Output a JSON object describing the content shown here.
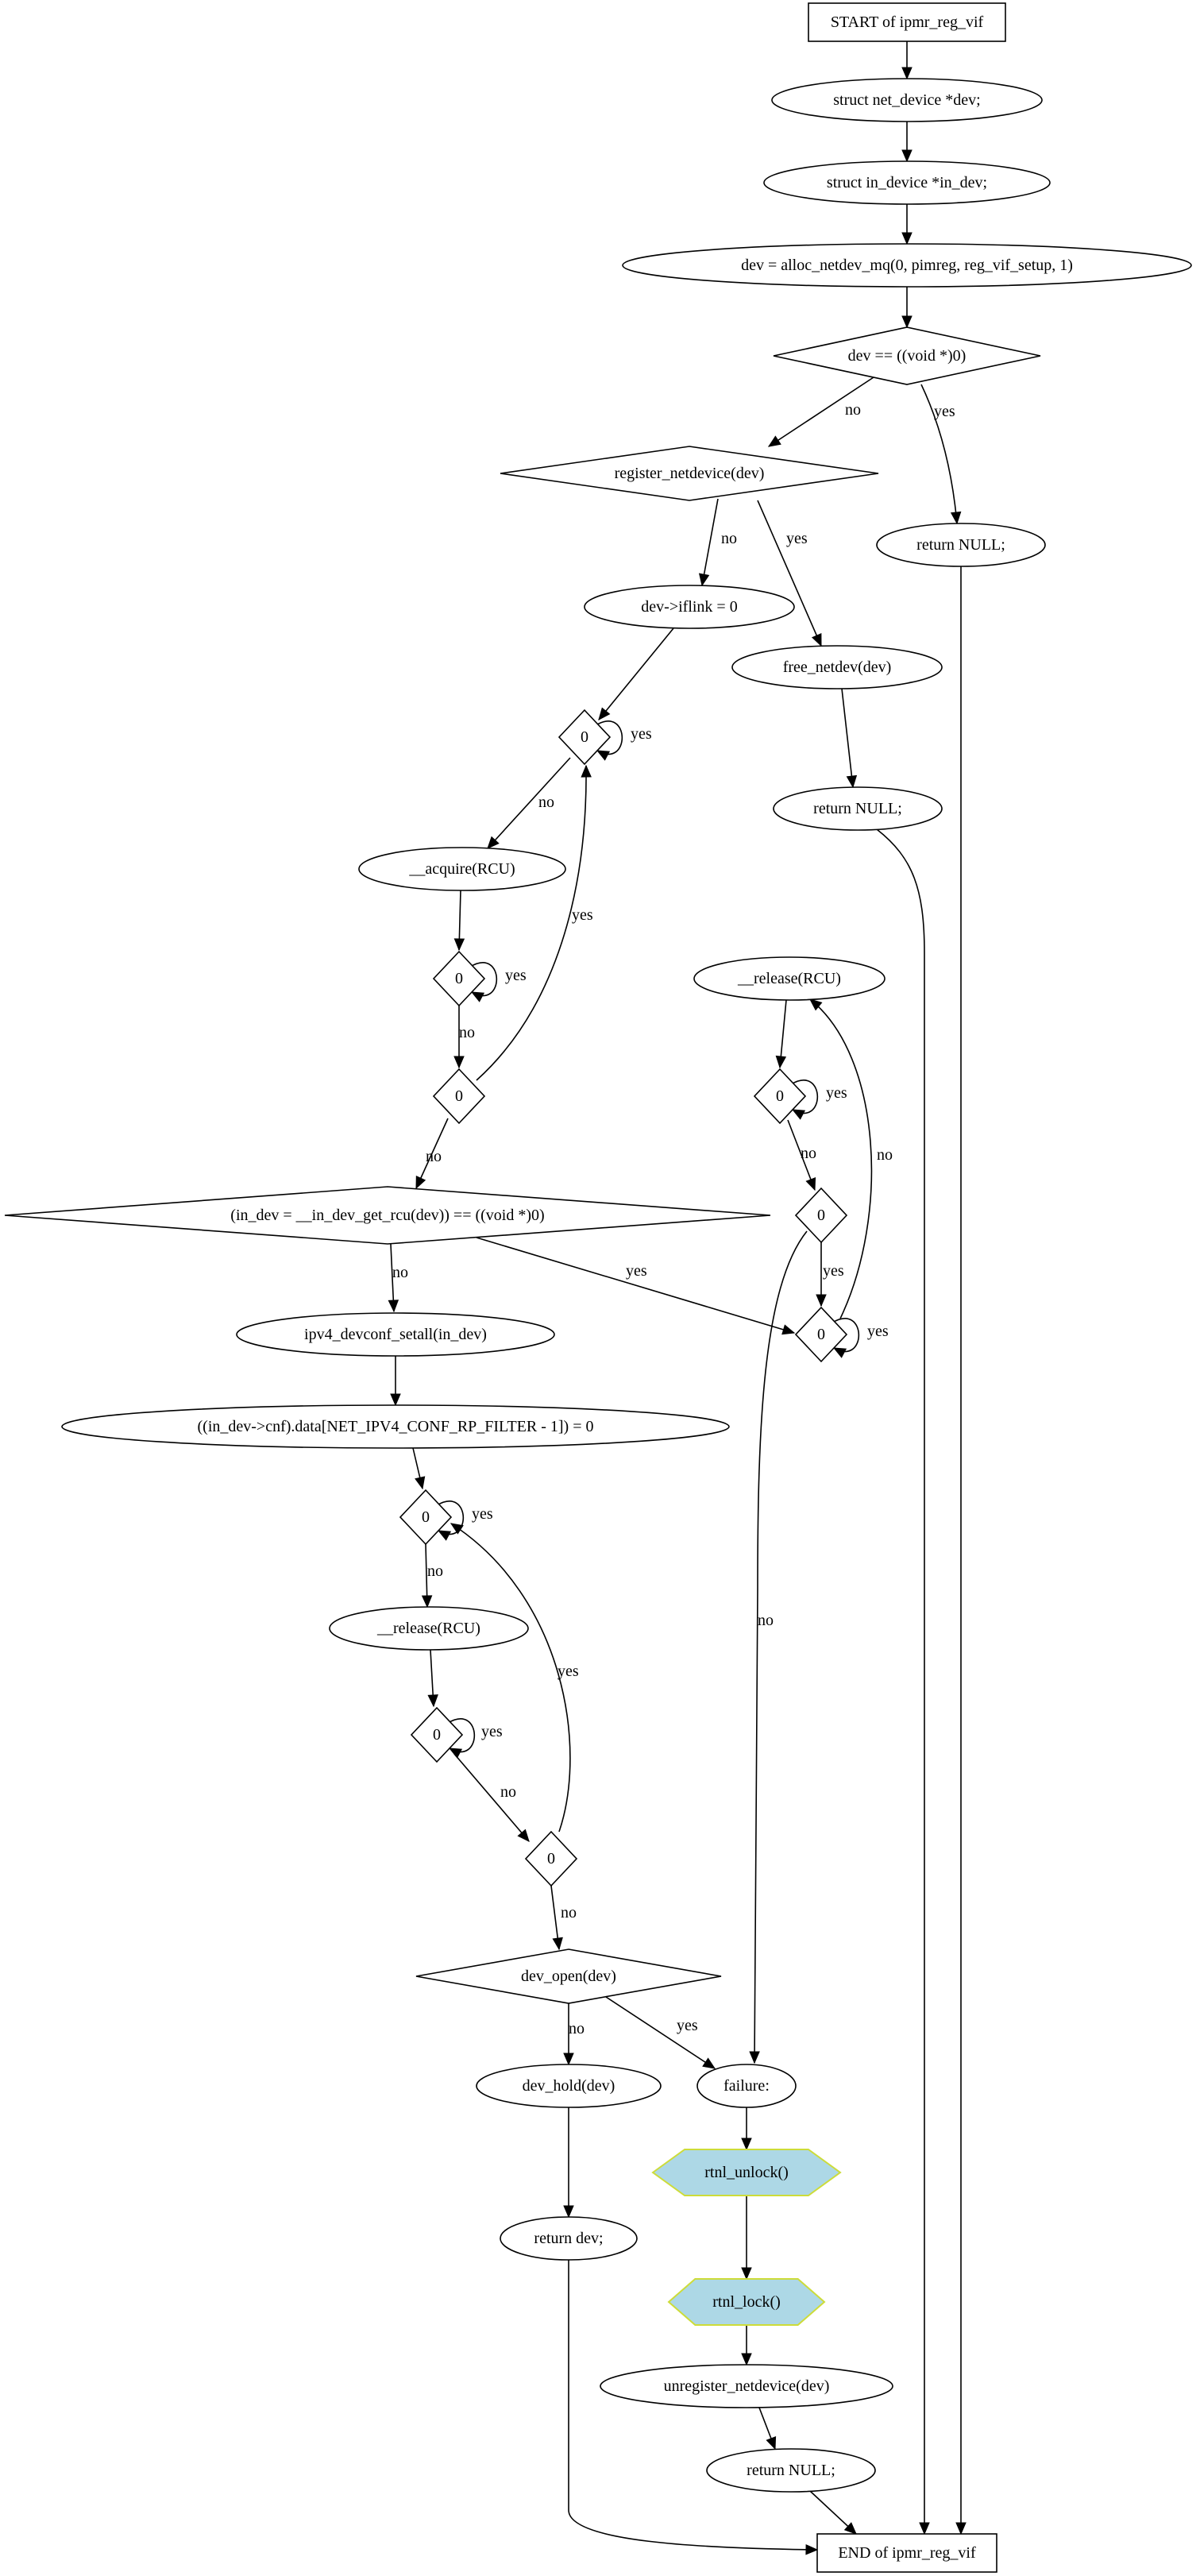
{
  "colors": {
    "hexagon_fill": "#add8e6",
    "hexagon_stroke": "#cddc39",
    "line": "#000000",
    "background": "#ffffff"
  },
  "nodes": {
    "start": {
      "label": "START of ipmr_reg_vif",
      "shape": "box"
    },
    "n_dev_decl": {
      "label": "struct net_device *dev;",
      "shape": "ellipse"
    },
    "n_indev_decl": {
      "label": "struct in_device *in_dev;",
      "shape": "ellipse"
    },
    "n_alloc": {
      "label": "dev = alloc_netdev_mq(0, pimreg, reg_vif_setup, 1)",
      "shape": "ellipse"
    },
    "d_dev_null": {
      "label": "dev == ((void *)0)",
      "shape": "diamond"
    },
    "d_register": {
      "label": "register_netdevice(dev)",
      "shape": "diamond"
    },
    "r_null1": {
      "label": "return NULL;",
      "shape": "ellipse"
    },
    "n_iflink": {
      "label": "dev->iflink = 0",
      "shape": "ellipse"
    },
    "n_free": {
      "label": "free_netdev(dev)",
      "shape": "ellipse"
    },
    "d_zero1": {
      "label": "0",
      "shape": "diamond"
    },
    "r_null2": {
      "label": "return NULL;",
      "shape": "ellipse"
    },
    "n_acquire": {
      "label": "__acquire(RCU)",
      "shape": "ellipse"
    },
    "d_zero2": {
      "label": "0",
      "shape": "diamond"
    },
    "d_zero3": {
      "label": "0",
      "shape": "diamond"
    },
    "n_release_r": {
      "label": "__release(RCU)",
      "shape": "ellipse"
    },
    "d_zero_r1": {
      "label": "0",
      "shape": "diamond"
    },
    "d_zero_r2": {
      "label": "0",
      "shape": "diamond"
    },
    "d_indev": {
      "label": "(in_dev = __in_dev_get_rcu(dev)) == ((void *)0)",
      "shape": "diamond"
    },
    "d_zero_r3": {
      "label": "0",
      "shape": "diamond"
    },
    "n_setall": {
      "label": "ipv4_devconf_setall(in_dev)",
      "shape": "ellipse"
    },
    "n_rpfilter": {
      "label": "((in_dev->cnf).data[NET_IPV4_CONF_RP_FILTER - 1]) = 0",
      "shape": "ellipse"
    },
    "d_zero4": {
      "label": "0",
      "shape": "diamond"
    },
    "n_release2": {
      "label": "__release(RCU)",
      "shape": "ellipse"
    },
    "d_zero5": {
      "label": "0",
      "shape": "diamond"
    },
    "d_zero6": {
      "label": "0",
      "shape": "diamond"
    },
    "d_open": {
      "label": "dev_open(dev)",
      "shape": "diamond"
    },
    "n_hold": {
      "label": "dev_hold(dev)",
      "shape": "ellipse"
    },
    "n_failure": {
      "label": "failure:",
      "shape": "ellipse"
    },
    "h_unlock": {
      "label": "rtnl_unlock()",
      "shape": "hexagon"
    },
    "r_dev": {
      "label": "return dev;",
      "shape": "ellipse"
    },
    "h_lock": {
      "label": "rtnl_lock()",
      "shape": "hexagon"
    },
    "n_unregister": {
      "label": "unregister_netdevice(dev)",
      "shape": "ellipse"
    },
    "r_null3": {
      "label": "return NULL;",
      "shape": "ellipse"
    },
    "end": {
      "label": "END of ipmr_reg_vif",
      "shape": "box"
    }
  },
  "edges": [
    {
      "id": "e-start-dev",
      "from": "start",
      "to": "n_dev_decl",
      "label": ""
    },
    {
      "id": "e-dev-indev",
      "from": "n_dev_decl",
      "to": "n_indev_decl",
      "label": ""
    },
    {
      "id": "e-indev-alloc",
      "from": "n_indev_decl",
      "to": "n_alloc",
      "label": ""
    },
    {
      "id": "e-alloc-null",
      "from": "n_alloc",
      "to": "d_dev_null",
      "label": ""
    },
    {
      "id": "e-null-register",
      "from": "d_dev_null",
      "to": "d_register",
      "label": "no"
    },
    {
      "id": "e-null-return",
      "from": "d_dev_null",
      "to": "r_null1",
      "label": "yes"
    },
    {
      "id": "e-register-iflink",
      "from": "d_register",
      "to": "n_iflink",
      "label": "no"
    },
    {
      "id": "e-register-free",
      "from": "d_register",
      "to": "n_free",
      "label": "yes"
    },
    {
      "id": "e-iflink-zero1",
      "from": "n_iflink",
      "to": "d_zero1",
      "label": ""
    },
    {
      "id": "e-zero1-self",
      "from": "d_zero1",
      "to": "d_zero1",
      "label": "yes"
    },
    {
      "id": "e-zero1-acquire",
      "from": "d_zero1",
      "to": "n_acquire",
      "label": "no"
    },
    {
      "id": "e-free-return2",
      "from": "n_free",
      "to": "r_null2",
      "label": ""
    },
    {
      "id": "e-acquire-zero2",
      "from": "n_acquire",
      "to": "d_zero2",
      "label": ""
    },
    {
      "id": "e-zero2-self",
      "from": "d_zero2",
      "to": "d_zero2",
      "label": "yes"
    },
    {
      "id": "e-zero2-zero3",
      "from": "d_zero2",
      "to": "d_zero3",
      "label": "no"
    },
    {
      "id": "e-zero3-zero1",
      "from": "d_zero3",
      "to": "d_zero1",
      "label": "yes"
    },
    {
      "id": "e-zero3-indev",
      "from": "d_zero3",
      "to": "d_indev",
      "label": "no"
    },
    {
      "id": "e-releaser-zr1",
      "from": "n_release_r",
      "to": "d_zero_r1",
      "label": ""
    },
    {
      "id": "e-zr1-self",
      "from": "d_zero_r1",
      "to": "d_zero_r1",
      "label": "yes"
    },
    {
      "id": "e-zr1-zr2",
      "from": "d_zero_r1",
      "to": "d_zero_r2",
      "label": "no"
    },
    {
      "id": "e-zr2-zr3",
      "from": "d_zero_r2",
      "to": "d_zero_r3",
      "label": "yes"
    },
    {
      "id": "e-zr2-failure",
      "from": "d_zero_r2",
      "to": "n_failure",
      "label": "no"
    },
    {
      "id": "e-indev-setall",
      "from": "d_indev",
      "to": "n_setall",
      "label": "no"
    },
    {
      "id": "e-indev-zr3",
      "from": "d_indev",
      "to": "d_zero_r3",
      "label": "yes"
    },
    {
      "id": "e-zr3-self",
      "from": "d_zero_r3",
      "to": "d_zero_r3",
      "label": "yes"
    },
    {
      "id": "e-zr3-releaser",
      "from": "d_zero_r3",
      "to": "n_release_r",
      "label": "no"
    },
    {
      "id": "e-setall-rp",
      "from": "n_setall",
      "to": "n_rpfilter",
      "label": ""
    },
    {
      "id": "e-rp-zero4",
      "from": "n_rpfilter",
      "to": "d_zero4",
      "label": ""
    },
    {
      "id": "e-zero4-self",
      "from": "d_zero4",
      "to": "d_zero4",
      "label": "yes"
    },
    {
      "id": "e-zero4-release2",
      "from": "d_zero4",
      "to": "n_release2",
      "label": "no"
    },
    {
      "id": "e-release2-zero5",
      "from": "n_release2",
      "to": "d_zero5",
      "label": ""
    },
    {
      "id": "e-zero5-self",
      "from": "d_zero5",
      "to": "d_zero5",
      "label": "yes"
    },
    {
      "id": "e-zero5-zero6",
      "from": "d_zero5",
      "to": "d_zero6",
      "label": "no"
    },
    {
      "id": "e-zero6-zero4",
      "from": "d_zero6",
      "to": "d_zero4",
      "label": "yes"
    },
    {
      "id": "e-zero6-open",
      "from": "d_zero6",
      "to": "d_open",
      "label": "no"
    },
    {
      "id": "e-open-hold",
      "from": "d_open",
      "to": "n_hold",
      "label": "no"
    },
    {
      "id": "e-open-failure",
      "from": "d_open",
      "to": "n_failure",
      "label": "yes"
    },
    {
      "id": "e-hold-returndev",
      "from": "n_hold",
      "to": "r_dev",
      "label": ""
    },
    {
      "id": "e-failure-unlock",
      "from": "n_failure",
      "to": "h_unlock",
      "label": ""
    },
    {
      "id": "e-unlock-lock",
      "from": "h_unlock",
      "to": "h_lock",
      "label": ""
    },
    {
      "id": "e-lock-unregister",
      "from": "h_lock",
      "to": "n_unregister",
      "label": ""
    },
    {
      "id": "e-unregister-return3",
      "from": "n_unregister",
      "to": "r_null3",
      "label": ""
    },
    {
      "id": "e-returndev-end",
      "from": "r_dev",
      "to": "end",
      "label": ""
    },
    {
      "id": "e-return3-end",
      "from": "r_null3",
      "to": "end",
      "label": ""
    },
    {
      "id": "e-return2-end",
      "from": "r_null2",
      "to": "end",
      "label": ""
    },
    {
      "id": "e-return1-end",
      "from": "r_null1",
      "to": "end",
      "label": ""
    }
  ]
}
